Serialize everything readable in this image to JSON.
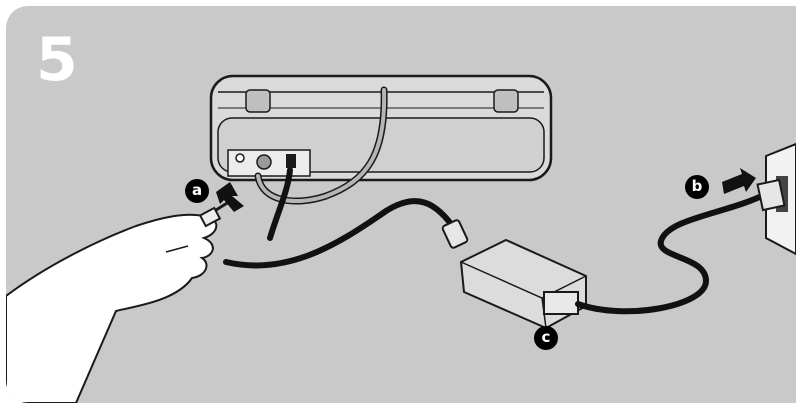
{
  "step": {
    "number": "5"
  },
  "callouts": [
    {
      "letter": "a"
    },
    {
      "letter": "b"
    },
    {
      "letter": "c"
    }
  ],
  "colors": {
    "background": "#c9c9c9",
    "cable": "#111111",
    "device_body": "#d9d9d9",
    "outline": "#1a1a1a"
  }
}
